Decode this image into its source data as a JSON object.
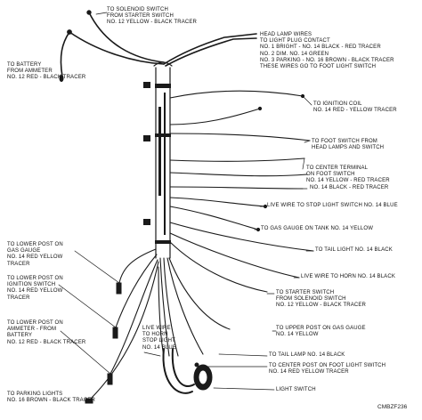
{
  "labels": {
    "solenoid": [
      "TO SOLENOID SWITCH",
      "FROM STARTER SWITCH",
      "NO. 12 YELLOW - BLACK TRACER"
    ],
    "head_lamp": [
      "HEAD LAMP WIRES",
      "TO LIGHT PLUG CONTACT",
      "NO. 1 BRIGHT - NO. 14 BLACK - RED TRACER",
      "NO. 2 DIM. NO. 14 GREEN",
      "NO. 3 PARKING - NO. 16 BROWN - BLACK TRACER",
      "THESE WIRES GO TO FOOT LIGHT SWITCH"
    ],
    "battery": [
      "TO BATTERY",
      "FROM AMMETER",
      "NO. 12 RED - BLACK TRACER"
    ],
    "ignition_coil": [
      "TO IGNITION COIL",
      "NO. 14 RED - YELLOW TRACER"
    ],
    "foot_switch": [
      "TO FOOT SWITCH FROM",
      "HEAD LAMPS AND SWITCH"
    ],
    "center_terminal": [
      "TO CENTER TERMINAL",
      "ON FOOT SWITCH",
      "NO. 14 YELLOW - RED TRACER"
    ],
    "black_red": [
      "NO. 14 BLACK - RED TRACER"
    ],
    "stop_light": [
      "LIVE WIRE TO STOP LIGHT SWITCH NO. 14 BLUE"
    ],
    "gas_gauge_tank": [
      "TO GAS GAUGE ON TANK NO. 14 YELLOW"
    ],
    "lower_post_gauge": [
      "TO LOWER POST ON",
      "GAS GAUGE",
      "NO. 14 RED YELLOW",
      "TRACER"
    ],
    "tail_light": [
      "TO TAIL LIGHT NO. 14 BLACK"
    ],
    "horn": [
      "LIVE WIRE TO HORN NO. 14 BLACK"
    ],
    "lower_post_ignition": [
      "TO LOWER POST ON",
      "IGNITION SWITCH",
      "NO. 14 RED YELLOW",
      "TRACER"
    ],
    "starter_switch": [
      "TO STARTER SWITCH",
      "FROM SOLENOID SWITCH",
      "NO. 12 YELLOW - BLACK TRACER"
    ],
    "lower_post_ammeter": [
      "TO LOWER POST ON",
      "AMMETER - FROM",
      "BATTERY",
      "NO. 12 RED - BLACK TRACER"
    ],
    "live_horn_vertical": [
      "LIVE WIRE",
      "TO HORN",
      "STOP LIGHT",
      "NO. 14 BLUE"
    ],
    "upper_post_gauge": [
      "TO UPPER POST ON GAS GAUGE",
      "NO. 14 YELLOW"
    ],
    "tail_lamp": [
      "TO TAIL LAMP NO. 14 BLACK"
    ],
    "center_post_foot": [
      "TO CENTER POST ON FOOT LIGHT SWITCH",
      "NO. 14 RED YELLOW TRACER"
    ],
    "parking_lights": [
      "TO PARKING LIGHTS",
      "NO. 16 BROWN - BLACK TRACER"
    ],
    "light_switch": [
      "LIGHT SWITCH"
    ]
  },
  "figure_code": "CMBZF236"
}
